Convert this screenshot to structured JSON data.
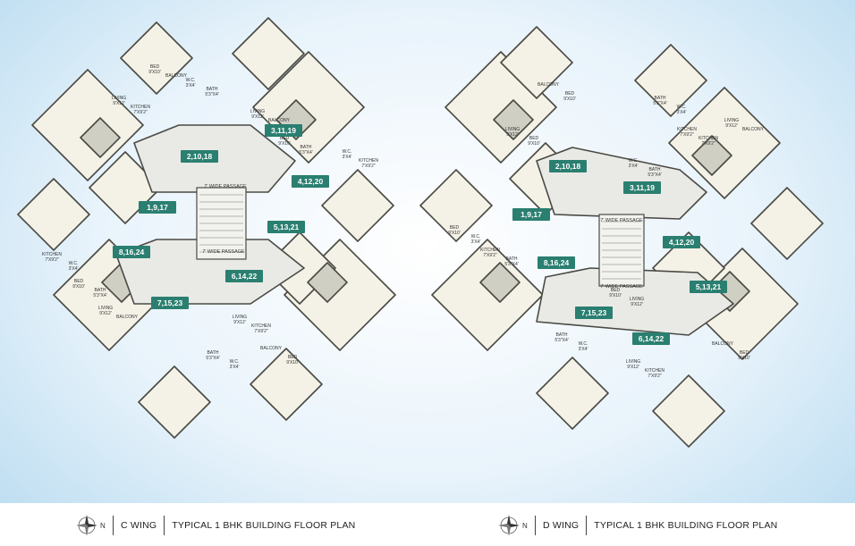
{
  "footer": {
    "c_wing": {
      "wing": "C  WING",
      "title": "TYPICAL 1 BHK BUILDING FLOOR PLAN",
      "north": "N"
    },
    "d_wing": {
      "wing": "D  WING",
      "title": "TYPICAL 1 BHK BUILDING FLOOR PLAN",
      "north": "N"
    }
  },
  "passage_label": "7' WIDE PASSAGE",
  "colors": {
    "tag": "#2a7f70",
    "wall": "#4a4a44",
    "room": "#f4f1e6",
    "wet": "#cfcfc4",
    "passage": "#e9eae6"
  },
  "c_wing_tags": [
    "3,11,19",
    "2,10,18",
    "4,12,20",
    "1,9,17",
    "5,13,21",
    "8,16,24",
    "6,14,22",
    "7,15,23"
  ],
  "d_wing_tags": [
    "2,10,18",
    "3,11,19",
    "1,9,17",
    "4,12,20",
    "8,16,24",
    "5,13,21",
    "7,15,23",
    "6,14,22"
  ],
  "c_wing_rooms": [
    {
      "name": "BED",
      "size": "9'X10'"
    },
    {
      "name": "BALCONY",
      "size": ""
    },
    {
      "name": "LIVING",
      "size": "9'X12'"
    },
    {
      "name": "KITCHEN",
      "size": "7'X9'2\""
    },
    {
      "name": "W.C.",
      "size": "3'X4'"
    },
    {
      "name": "BATH",
      "size": "5'3\"X4'"
    },
    {
      "name": "LIVING",
      "size": "9'X12'"
    },
    {
      "name": "BALCONY",
      "size": ""
    },
    {
      "name": "BED",
      "size": "9'X10'"
    },
    {
      "name": "BATH",
      "size": "5'3\"X4'"
    },
    {
      "name": "W.C.",
      "size": "3'X4'"
    },
    {
      "name": "KITCHEN",
      "size": "7'X9'2\""
    },
    {
      "name": "KITCHEN",
      "size": "7'X9'2\""
    },
    {
      "name": "W.C.",
      "size": "3'X4'"
    },
    {
      "name": "BED",
      "size": "9'X10'"
    },
    {
      "name": "BATH",
      "size": "5'3\"X4'"
    },
    {
      "name": "LIVING",
      "size": "9'X12'"
    },
    {
      "name": "BALCONY",
      "size": ""
    },
    {
      "name": "BATH",
      "size": "5'3\"X4'"
    },
    {
      "name": "W.C.",
      "size": "3'X4'"
    },
    {
      "name": "LIVING",
      "size": "9'X12'"
    },
    {
      "name": "KITCHEN",
      "size": "7'X9'2\""
    },
    {
      "name": "BALCONY",
      "size": ""
    },
    {
      "name": "BED",
      "size": "9'X10'"
    }
  ],
  "d_wing_rooms": [
    {
      "name": "BALCONY",
      "size": ""
    },
    {
      "name": "BED",
      "size": "9'X10'"
    },
    {
      "name": "LIVING",
      "size": "9'X12'"
    },
    {
      "name": "BED",
      "size": "9'X10'"
    },
    {
      "name": "BATH",
      "size": "5'3\"X4'"
    },
    {
      "name": "W.C.",
      "size": "3'X4'"
    },
    {
      "name": "KITCHEN",
      "size": "7'X9'2\""
    },
    {
      "name": "KITCHEN",
      "size": "7'X9'2\""
    },
    {
      "name": "W.C.",
      "size": "3'X4'"
    },
    {
      "name": "BATH",
      "size": "5'3\"X4'"
    },
    {
      "name": "LIVING",
      "size": "9'X12'"
    },
    {
      "name": "BALCONY",
      "size": ""
    },
    {
      "name": "BED",
      "size": "9'X10'"
    },
    {
      "name": "W.C.",
      "size": "3'X4'"
    },
    {
      "name": "KITCHEN",
      "size": "7'X9'2\""
    },
    {
      "name": "BATH",
      "size": "5'3\"X4'"
    },
    {
      "name": "BED",
      "size": "9'X10'"
    },
    {
      "name": "LIVING",
      "size": "9'X12'"
    },
    {
      "name": "BATH",
      "size": "5'3\"X4'"
    },
    {
      "name": "W.C.",
      "size": "3'X4'"
    },
    {
      "name": "LIVING",
      "size": "9'X12'"
    },
    {
      "name": "KITCHEN",
      "size": "7'X9'2\""
    },
    {
      "name": "BALCONY",
      "size": ""
    },
    {
      "name": "BED",
      "size": "9'X10'"
    }
  ]
}
